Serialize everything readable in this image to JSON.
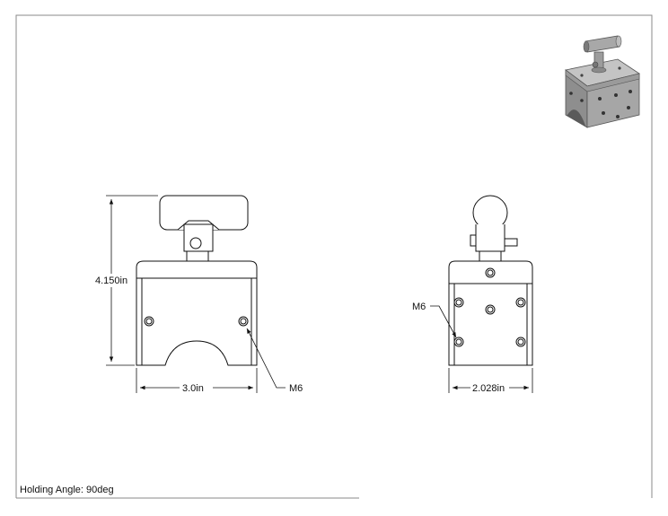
{
  "drawing": {
    "front_view": {
      "height_label": "4.150in",
      "width_label": "3.0in",
      "thread_label": "M6"
    },
    "side_view": {
      "width_label": "2.028in",
      "thread_label": "M6"
    }
  },
  "note": "Holding Angle: 90deg",
  "colors": {
    "line": "#111111",
    "border": "#8a8a8a",
    "iso_light": "#b8b8b8",
    "iso_mid": "#8e8e8e",
    "iso_dark": "#5a5a5a"
  }
}
